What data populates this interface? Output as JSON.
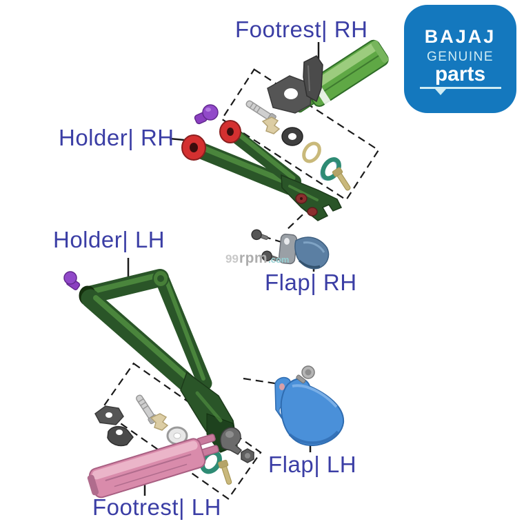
{
  "labels": {
    "footrest_rh": "Footrest| RH",
    "holder_rh": "Holder| RH",
    "holder_lh": "Holder| LH",
    "flap_rh": "Flap| RH",
    "flap_lh": "Flap| LH",
    "footrest_lh": "Footrest| LH"
  },
  "watermark": {
    "prefix": "99",
    "name": "rpm",
    "suffix": ".com"
  },
  "logo": {
    "brand": "BAJAJ",
    "line1": "GENUINE",
    "line2": "parts",
    "bg_color": "#1478BE",
    "brand_color": "#FFFFFF",
    "accent_color": "#CFECF4"
  },
  "colors": {
    "label_text": "#3B3EA5",
    "holder_green": "#2A5528",
    "holder_green_light": "#4E8B3E",
    "footrest_rh_green": "#5FA845",
    "footrest_lh_pink": "#D98BAB",
    "flap_rh_blue": "#5B7FA3",
    "flap_lh_blue": "#4A90D9",
    "bushing_red": "#D43030",
    "bushing_dark_red": "#8B2E2E",
    "bolt_purple": "#8B3FC0",
    "ring_green": "#2E8B74",
    "ring_gold": "#C9B97A",
    "bolt_gold": "#C9B87C",
    "hardware_gray": "#555555",
    "silver": "#CFCFCF",
    "tan": "#DCCDA4"
  }
}
